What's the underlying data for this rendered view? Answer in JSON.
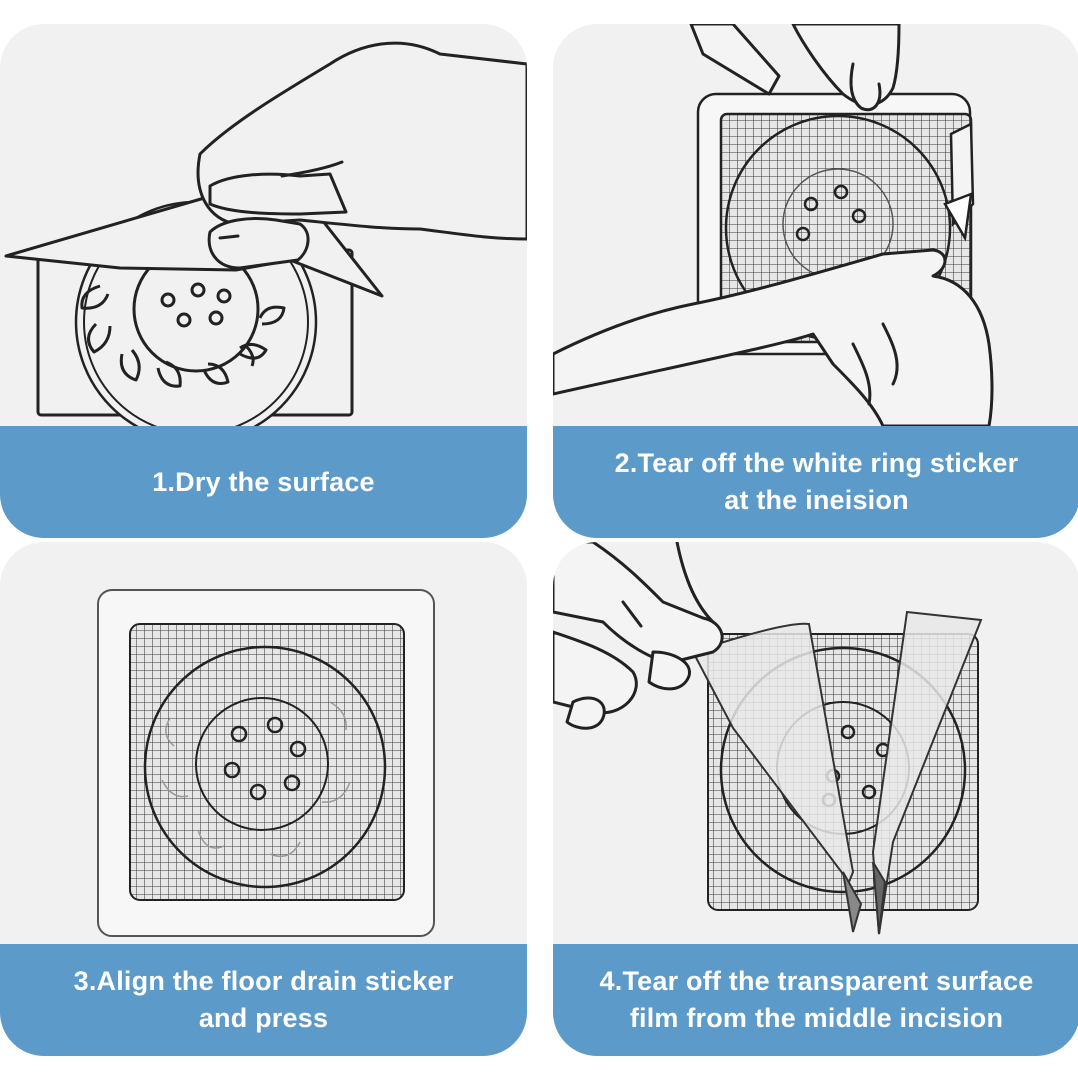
{
  "steps": [
    {
      "lines": [
        "1.Dry the surface"
      ]
    },
    {
      "lines": [
        "2.Tear off the white ring sticker",
        "at the ineision"
      ]
    },
    {
      "lines": [
        "3.Align the floor drain sticker",
        "and press"
      ]
    },
    {
      "lines": [
        "4.Tear off the transparent surface",
        "film from the middle incision"
      ]
    }
  ],
  "colors": {
    "caption_bg": "#5b9ac9",
    "card_bg": "#f1f1f1",
    "line_art": "#222222"
  },
  "icons": [
    "floor-drain-icon",
    "hand-icon",
    "cloth-icon",
    "mesh-sticker-icon",
    "release-film-icon"
  ]
}
